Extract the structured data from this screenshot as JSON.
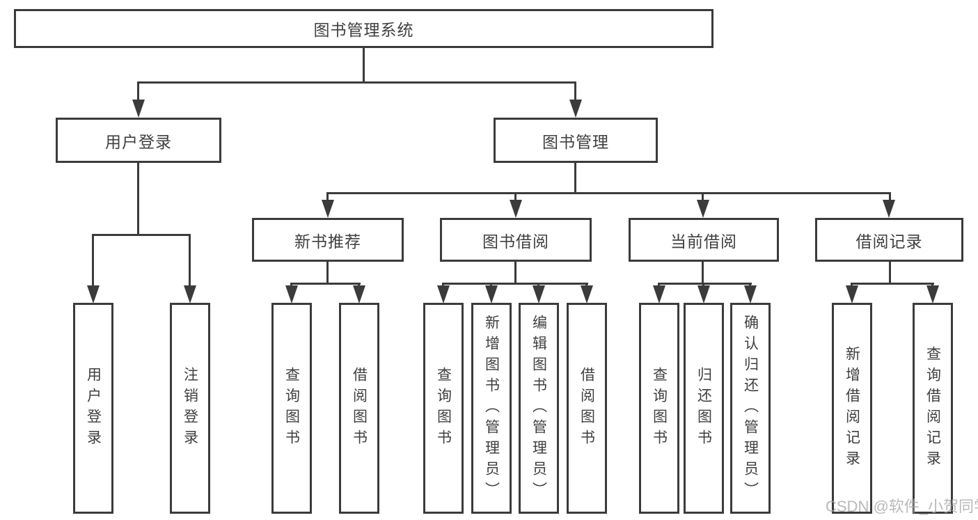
{
  "colors": {
    "line": "#3b3b3b",
    "text": "#3f3f3f",
    "background": "#ffffff",
    "watermark": "#a8a8a8"
  },
  "watermark": {
    "text": "CSDN @软件_小贺同学"
  },
  "tree": {
    "root": {
      "label": "图书管理系统"
    },
    "branches": [
      {
        "label": "用户登录",
        "children": [
          {
            "label": "用户登录"
          },
          {
            "label": "注销登录"
          }
        ]
      },
      {
        "label": "图书管理",
        "children": [
          {
            "label": "新书推荐",
            "children": [
              {
                "label": "查询图书"
              },
              {
                "label": "借阅图书"
              }
            ]
          },
          {
            "label": "图书借阅",
            "children": [
              {
                "label": "查询图书"
              },
              {
                "label": "新增图书（管理员）"
              },
              {
                "label": "编辑图书（管理员）"
              },
              {
                "label": "借阅图书"
              }
            ]
          },
          {
            "label": "当前借阅",
            "children": [
              {
                "label": "查询图书"
              },
              {
                "label": "归还图书"
              },
              {
                "label": "确认归还（管理员）"
              }
            ]
          },
          {
            "label": "借阅记录",
            "children": [
              {
                "label": "新增借阅记录"
              },
              {
                "label": "查询借阅记录"
              }
            ]
          }
        ]
      }
    ]
  }
}
